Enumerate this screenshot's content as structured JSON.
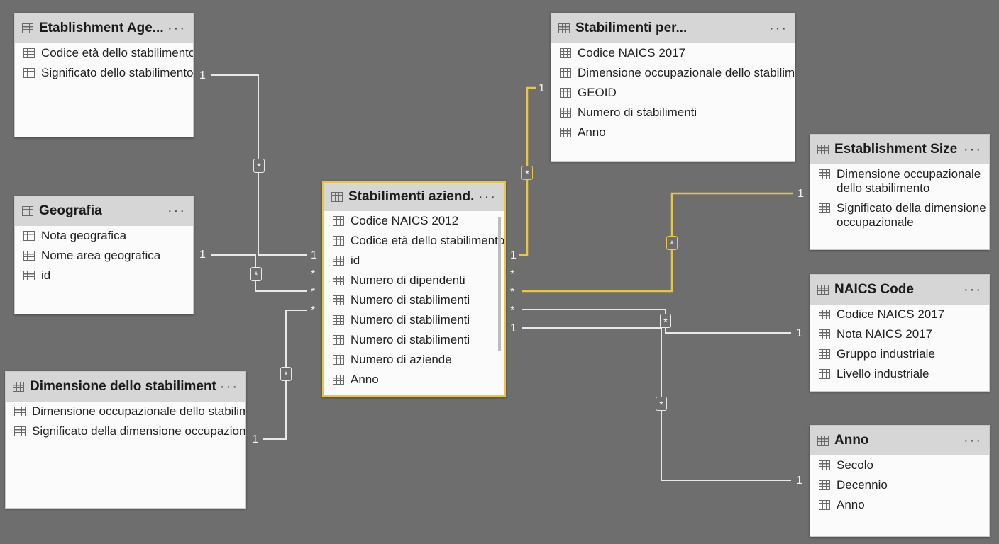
{
  "tables": {
    "etablishment_age": {
      "title": "Etablishment Age...",
      "fields": [
        "Codice età dello stabilimento",
        "Significato dello stabilimento"
      ]
    },
    "geografia": {
      "title": "Geografia",
      "fields": [
        "Nota geografica",
        "Nome area geografica",
        "id"
      ]
    },
    "dimensione": {
      "title": "Dimensione dello stabilimento",
      "fields": [
        "Dimensione occupazionale dello stabilimento",
        "Significato della dimensione occupazionale"
      ]
    },
    "stabilimenti_aziendali": {
      "title": "Stabilimenti aziend...",
      "fields": [
        "Codice NAICS 2012",
        "Codice età dello stabilimento",
        "id",
        "Numero di dipendenti",
        "Numero di stabilimenti",
        "Numero di stabilimenti",
        "Numero di stabilimenti",
        "Numero di aziende",
        "Anno"
      ]
    },
    "stabilimenti_per": {
      "title": "Stabilimenti per...",
      "fields": [
        "Codice NAICS 2017",
        "Dimensione occupazionale dello stabilimento",
        "GEOID",
        "Numero di stabilimenti",
        "Anno"
      ]
    },
    "establishment_size": {
      "title": "Establishment Size",
      "fields": [
        "Dimensione occupazionale dello stabilimento",
        "Significato della dimensione occupazionale"
      ]
    },
    "naics_code": {
      "title": "NAICS Code",
      "fields": [
        "Codice NAICS 2017",
        "Nota NAICS 2017",
        "Gruppo industriale",
        "Livello industriale"
      ]
    },
    "anno": {
      "title": "Anno",
      "fields": [
        "Secolo",
        "Decennio",
        "Anno"
      ]
    }
  },
  "more_label": "···",
  "cardinality": {
    "one": "1",
    "many": "*"
  },
  "colors": {
    "background": "#6e6e6e",
    "active_relation": "#e6c547",
    "relation": "#e8e8e8"
  },
  "icons": {
    "table": "table-icon",
    "more": "more-options-icon"
  }
}
